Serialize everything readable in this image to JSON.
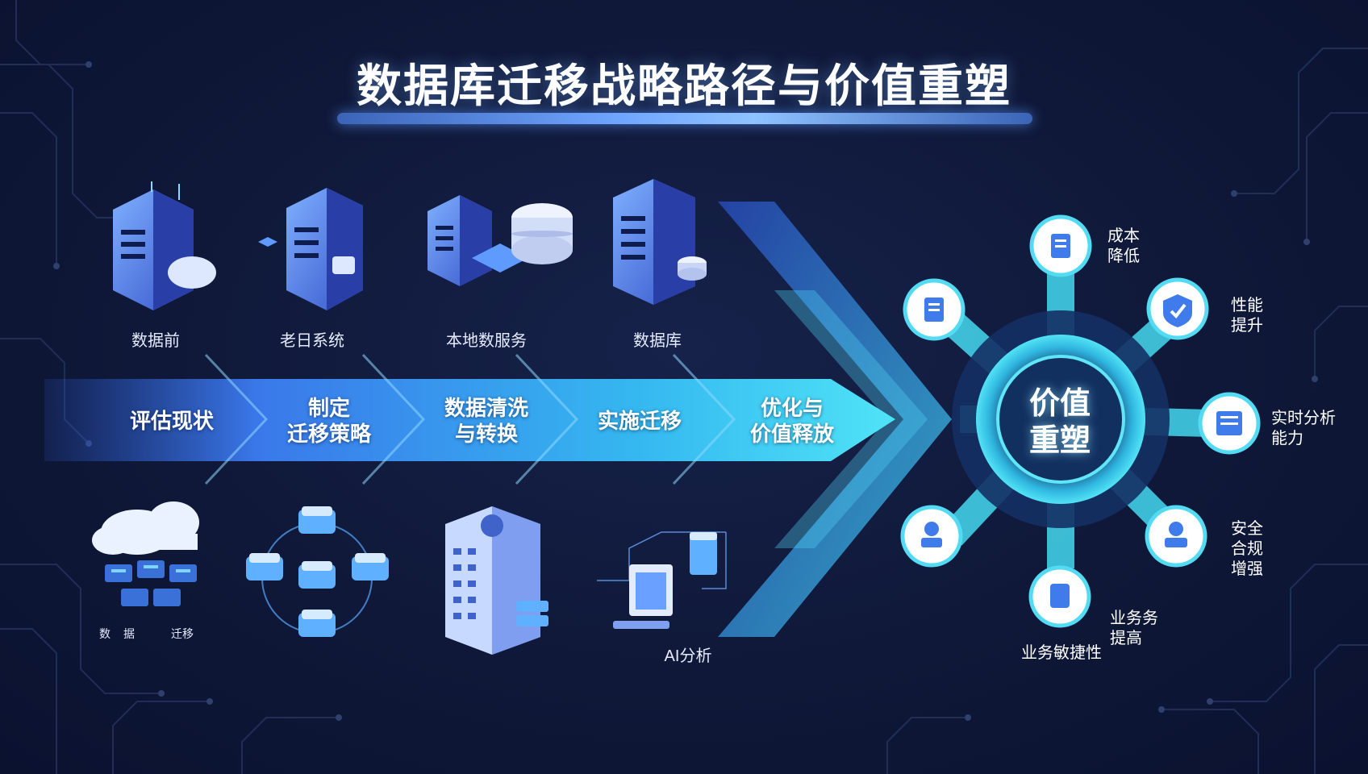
{
  "title": "数据库迁移战略路径与价值重塑",
  "top_labels": [
    "数据前",
    "老日系统",
    "本地数服务",
    "数据库"
  ],
  "stages": [
    {
      "line1": "评估现状",
      "line2": ""
    },
    {
      "line1": "制定",
      "line2": "迁移策略"
    },
    {
      "line1": "数据清洗",
      "line2": "与转换"
    },
    {
      "line1": "实施迁移",
      "line2": ""
    },
    {
      "line1": "优化与",
      "line2": "价值释放"
    }
  ],
  "bottom_labels": {
    "cloud_small": [
      "数",
      "据",
      "迁移"
    ],
    "ai": "AI分析"
  },
  "hub": {
    "line1": "价值",
    "line2": "重塑"
  },
  "benefits": {
    "top": [
      "成本",
      "降低"
    ],
    "upper_right": [
      "性能",
      "提升"
    ],
    "right": [
      "实时分析",
      "能力"
    ],
    "lower_right": [
      "安全",
      "合规",
      "增强"
    ],
    "bottom_right": [
      "业务务",
      "提高"
    ],
    "bottom": "业务敏捷性"
  },
  "colors": {
    "background": "#0f1838",
    "arrow_start": "#2f5fd8",
    "arrow_end": "#35d6f0",
    "hub_glow": "#52e3f5",
    "icon_blue": "#3f7bea"
  },
  "icons": {
    "top_row": [
      "server-cloud-icon",
      "legacy-server-icon",
      "local-server-database-icon",
      "database-server-icon"
    ],
    "bottom_row": [
      "cloud-cluster-icon",
      "network-nodes-icon",
      "building-icon",
      "ai-monitor-icon"
    ],
    "hub_nodes": [
      "document-icon",
      "shield-check-icon",
      "analytics-table-icon",
      "security-badge-icon",
      "agility-clipboard-icon",
      "team-user-icon",
      "clipboard-icon"
    ]
  }
}
